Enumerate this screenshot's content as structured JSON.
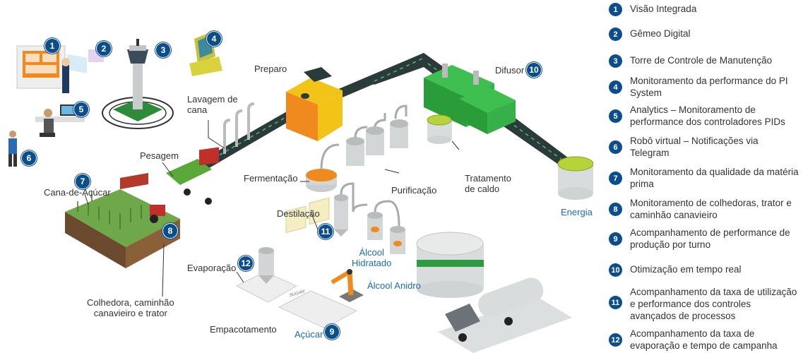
{
  "diagram": {
    "labels": {
      "lavagem": "Lavagem de\ncana",
      "preparo": "Preparo",
      "difusor": "Difusor",
      "pesagem": "Pesagem",
      "cana": "Cana-de-Açúcar",
      "fermentacao": "Fermentação",
      "purificacao": "Purificação",
      "tratamento": "Tratamento\nde caldo",
      "energia": "Energia",
      "destilacao": "Destilação",
      "alcool_hidratado": "Álcool\nHidratado",
      "alcool_anidro": "Álcool Anidro",
      "evaporacao": "Evaporação",
      "colhedora": "Colhedora, caminhão\ncanavieiro e trator",
      "empacotamento": "Empacotamento",
      "acucar": "Açúcar",
      "sugar_bag": "SUGAR"
    },
    "badges": {
      "b1": "1",
      "b2": "2",
      "b3": "3",
      "b4": "4",
      "b5": "5",
      "b6": "6",
      "b7": "7",
      "b8": "8",
      "b9": "9",
      "b10": "10",
      "b11": "11",
      "b12": "12"
    },
    "colors": {
      "badge": "#0c4e8c",
      "conveyor": "#2b3a3a",
      "green_machine": "#2a9d3a",
      "yellow_machine": "#f2c418",
      "orange_machine": "#f08a1e",
      "tank": "#d9dcdc",
      "tank_band": "#2e9b44",
      "energy_top": "#b6d43a"
    }
  },
  "legend": [
    {
      "num": "1",
      "text": "Visão Integrada"
    },
    {
      "num": "2",
      "text": "Gêmeo Digital"
    },
    {
      "num": "3",
      "text": "Torre de Controle de Manutenção"
    },
    {
      "num": "4",
      "text": "Monitoramento da performance do PI System"
    },
    {
      "num": "5",
      "text": "Analytics – Monitoramento de performance dos controladores PIDs"
    },
    {
      "num": "6",
      "text": "Robô virtual – Notificações via Telegram"
    },
    {
      "num": "7",
      "text": "Monitoramento da qualidade da matéria prima"
    },
    {
      "num": "8",
      "text": "Monitoramento de colhedoras, trator e caminhão canavieiro"
    },
    {
      "num": "9",
      "text": "Acompanhamento de performance de produção por turno"
    },
    {
      "num": "10",
      "text": "Otimização em tempo real"
    },
    {
      "num": "11",
      "text": "Acompanhamento da taxa de utilização e performance dos controles avançados de processos"
    },
    {
      "num": "12",
      "text": "Acompanhamento da taxa de evaporação e tempo de campanha"
    }
  ]
}
